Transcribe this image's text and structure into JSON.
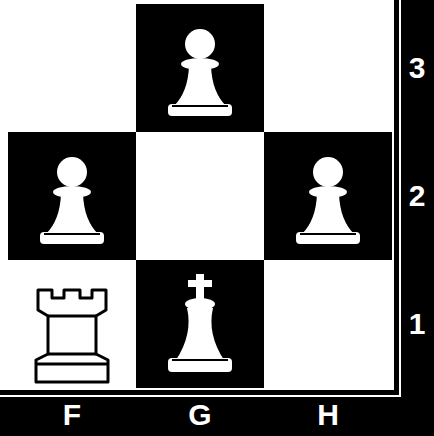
{
  "diagram": {
    "labels": [
      "3",
      "2",
      "1",
      "F",
      "G",
      "H"
    ]
  }
}
